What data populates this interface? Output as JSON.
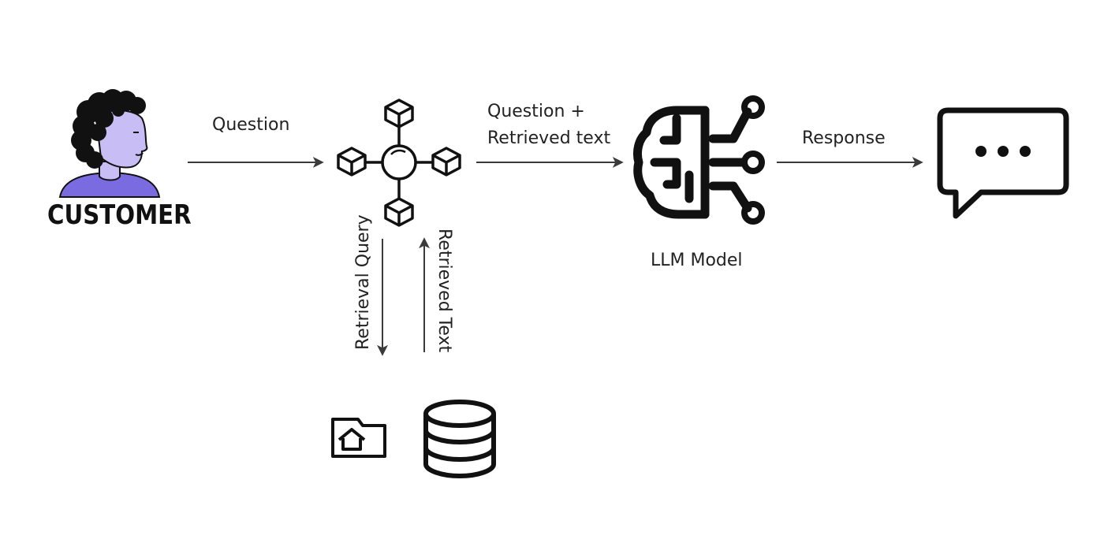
{
  "customer": {
    "label": "CUSTOMER"
  },
  "edges": {
    "question": "Question",
    "question_retrieved_line1": "Question +",
    "question_retrieved_line2": "Retrieved text",
    "response": "Response",
    "retrieval_query": "Retrieval Query",
    "retrieved_text": "Retrieved Text"
  },
  "llm": {
    "label": "LLM Model"
  },
  "colors": {
    "avatar_skin": "#c9bdf6",
    "avatar_shirt": "#7b6be0",
    "ink": "#111111",
    "arrow": "#3a3a3a"
  }
}
